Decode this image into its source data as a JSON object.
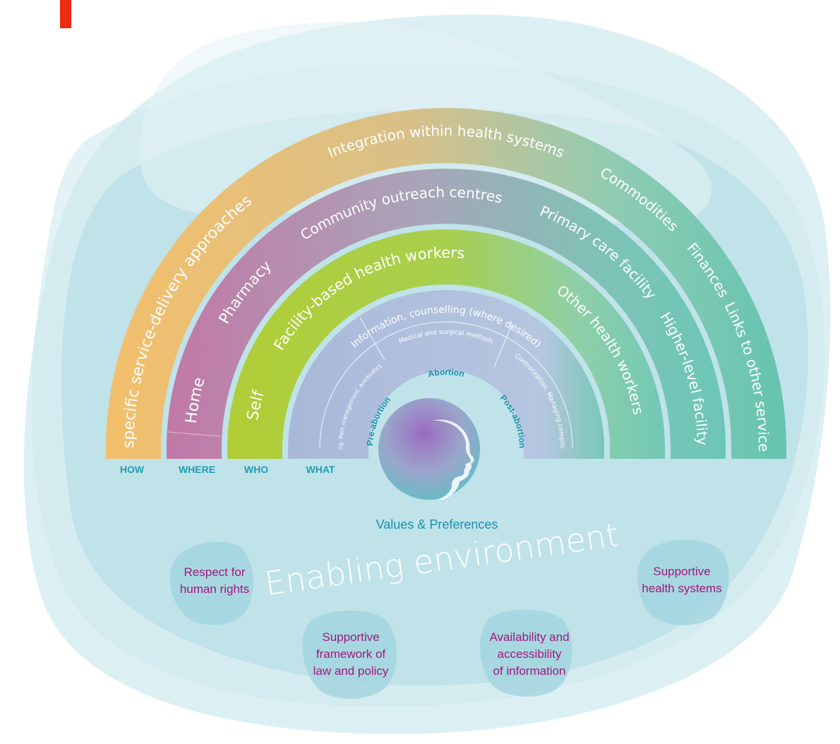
{
  "arcs": {
    "how": {
      "segments": [
        "Context-specific service-delivery approaches",
        "Integration within health systems",
        "Commodities",
        "Finances",
        "Links to other services"
      ],
      "colors": [
        "#f3bf6b",
        "#d8c089",
        "#8fcbb3",
        "#64c4b0"
      ]
    },
    "where": {
      "segments": [
        "Home",
        "Pharmacy",
        "Community outreach centres",
        "Primary care facility",
        "Higher-level facility"
      ],
      "colors": [
        "#c178a6",
        "#a9a4b8",
        "#7cc4b6",
        "#6cc6b7"
      ]
    },
    "who": {
      "segments": [
        "Self",
        "Facility-based health workers",
        "Other health workers"
      ],
      "colors": [
        "#b0cd35",
        "#a8cf4e",
        "#8fcfa8",
        "#72c8b6"
      ]
    },
    "what": {
      "segments": [
        "Information, counselling (where desired)",
        "Priming, Pain management, Antibiotics",
        "Medical and surgical methods",
        "Contraception, Managing complications"
      ],
      "colors": [
        "#a9b8d8",
        "#b6c6e0"
      ]
    }
  },
  "core": {
    "stages": [
      "Pre-abortion",
      "Abortion",
      "Post-abortion"
    ],
    "label": "Values & Preferences",
    "colors": [
      "#9b6cc0",
      "#63bcc4"
    ]
  },
  "category_labels": [
    "HOW",
    "WHERE",
    "WHO",
    "WHAT"
  ],
  "enabling": {
    "title": "Enabling environment",
    "pillars": [
      {
        "lines": [
          "Respect for",
          "human rights"
        ]
      },
      {
        "lines": [
          "Supportive",
          "framework of",
          "law and policy"
        ]
      },
      {
        "lines": [
          "Availability and",
          "accessibility",
          "of information"
        ]
      },
      {
        "lines": [
          "Supportive",
          "health systems"
        ]
      }
    ]
  },
  "colors": {
    "accent": "#ee2a13",
    "background_blob": "#bfe3ea",
    "category_text": "#1f9db8",
    "pillar_text": "#a1177d",
    "what_band_base": "#a9b8d8"
  }
}
